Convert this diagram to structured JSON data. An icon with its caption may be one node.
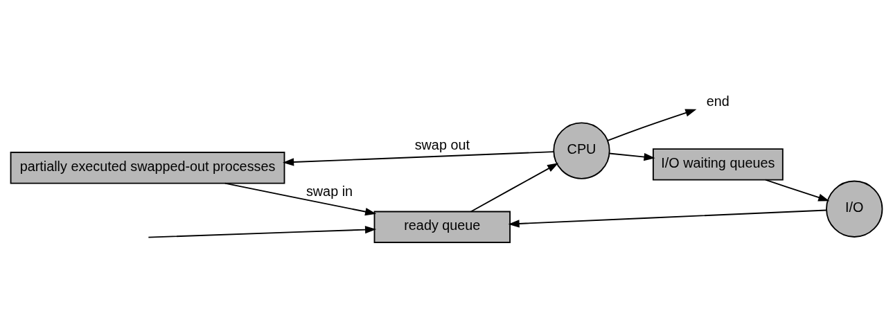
{
  "diagram": {
    "nodes": [
      {
        "text": [
          "partially executed swapped-out processes"
        ]
      },
      {
        "text": [
          "ready queue"
        ]
      },
      {
        "text": [
          "CPU"
        ]
      },
      {
        "text": [
          "I/O waiting queues"
        ]
      },
      {
        "text": [
          "I/O"
        ]
      },
      {
        "text": [
          "end"
        ]
      }
    ],
    "edges": [
      {
        "from": 0,
        "to": 1,
        "arrow": "to",
        "label": "swap in"
      },
      {
        "from": 2,
        "to": 0,
        "arrow": "to",
        "label": "swap out"
      },
      {
        "from": null,
        "to": 1,
        "arrow": "to"
      },
      {
        "from": 1,
        "to": 2,
        "arrow": "to"
      },
      {
        "from": 2,
        "to": 5,
        "arrow": "to"
      },
      {
        "from": 2,
        "to": 3,
        "arrow": "to"
      },
      {
        "from": 3,
        "to": 4,
        "arrow": "to"
      },
      {
        "from": 4,
        "to": 1,
        "arrow": "to"
      }
    ]
  }
}
